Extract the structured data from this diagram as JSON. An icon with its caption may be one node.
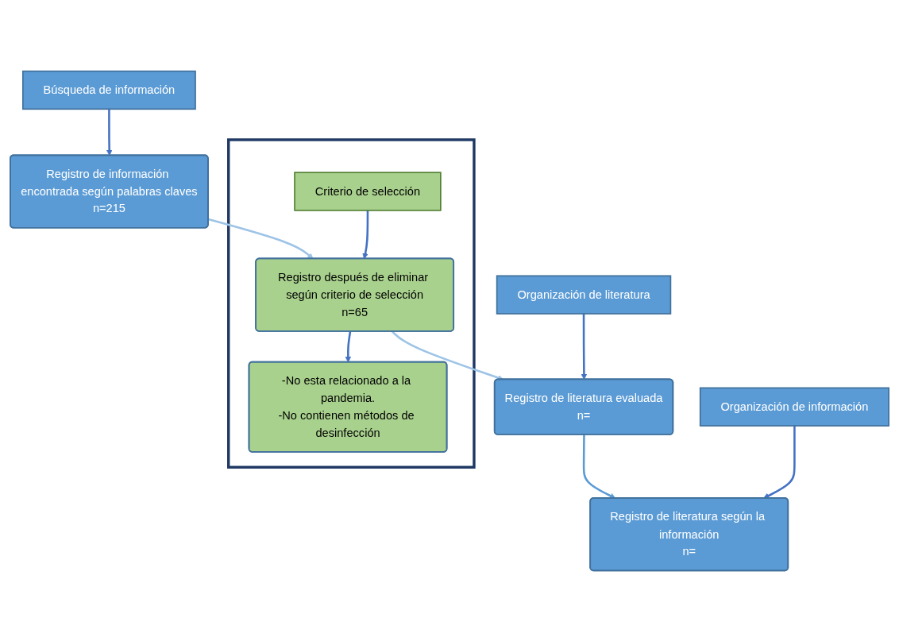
{
  "diagram": {
    "nodes": [
      {
        "text": [
          "Búsqueda de información"
        ]
      },
      {
        "text": [
          "Registro de información encontrada según palabras claves",
          "n=215"
        ]
      },
      {
        "text": [],
        "shape": "box"
      },
      {
        "text": [
          "Criterio de selección"
        ],
        "in": 2
      },
      {
        "text": [
          "Registro después de eliminar según criterio de selección",
          "n=65"
        ],
        "in": 2
      },
      {
        "text": [
          "-No esta relacionado a la pandemia.",
          "-No contienen métodos de desinfección"
        ],
        "in": 2
      },
      {
        "text": [
          "Organización de literatura"
        ]
      },
      {
        "text": [
          "Registro de literatura evaluada",
          "n="
        ]
      },
      {
        "text": [
          "Organización de información"
        ]
      },
      {
        "text": [
          "Registro de literatura según la información",
          "n="
        ]
      }
    ],
    "edges": [
      {
        "from": 0,
        "to": 1,
        "arrow": "to"
      },
      {
        "from": 1,
        "to": 4,
        "arrow": "to",
        "color": "#9dc3e6"
      },
      {
        "from": 3,
        "to": 4,
        "arrow": "to"
      },
      {
        "from": 4,
        "to": 5,
        "arrow": "to"
      },
      {
        "from": 4,
        "to": 7,
        "arrow": "to",
        "color": "#9dc3e6"
      },
      {
        "from": 6,
        "to": 7,
        "arrow": "to"
      },
      {
        "from": 7,
        "to": 9,
        "arrow": "to",
        "color": "#5b9bd5"
      },
      {
        "from": 8,
        "to": 9,
        "arrow": "to"
      }
    ]
  }
}
